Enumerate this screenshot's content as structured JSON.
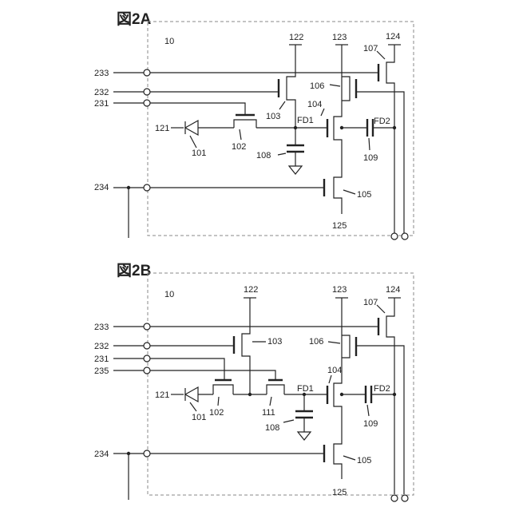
{
  "figures": [
    {
      "title": "図2A",
      "labels": {
        "block": "10",
        "t122": "122",
        "t123": "123",
        "t124": "124",
        "t125": "125",
        "l233": "233",
        "l232": "232",
        "l231": "231",
        "l234": "234",
        "l121": "121",
        "m101": "101",
        "m102": "102",
        "m103": "103",
        "m104": "104",
        "m105": "105",
        "m106": "106",
        "m107": "107",
        "m108": "108",
        "m109": "109",
        "fd1": "FD1",
        "fd2": "FD2"
      }
    },
    {
      "title": "図2B",
      "labels": {
        "block": "10",
        "t122": "122",
        "t123": "123",
        "t124": "124",
        "t125": "125",
        "l233": "233",
        "l232": "232",
        "l231": "231",
        "l235": "235",
        "l234": "234",
        "l121": "121",
        "m101": "101",
        "m102": "102",
        "m103": "103",
        "m104": "104",
        "m105": "105",
        "m106": "106",
        "m107": "107",
        "m108": "108",
        "m109": "109",
        "m111": "111",
        "fd1": "FD1",
        "fd2": "FD2"
      }
    }
  ]
}
